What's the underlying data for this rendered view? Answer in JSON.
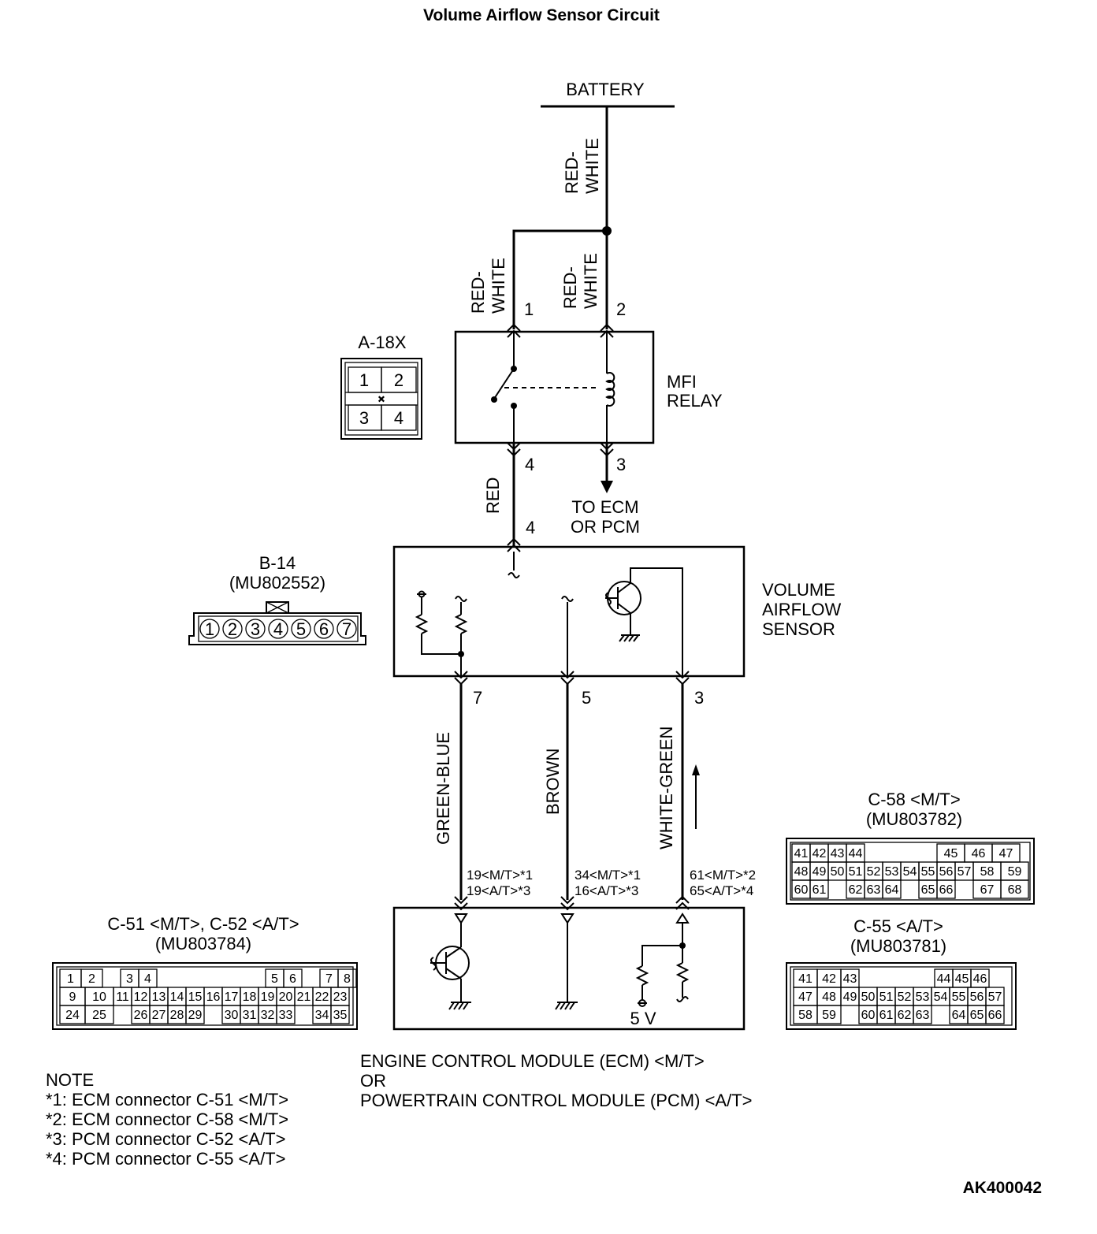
{
  "title": "Volume Airflow Sensor Circuit",
  "battery": "BATTERY",
  "wires": {
    "battery_trunk": [
      "RED-",
      "WHITE"
    ],
    "relay_pin1": [
      "RED-",
      "WHITE"
    ],
    "relay_pin2": [
      "RED-",
      "WHITE"
    ],
    "relay_to_sensor": "RED",
    "sensor_pin7": "GREEN-BLUE",
    "sensor_pin5": "BROWN",
    "sensor_pin3": "WHITE-GREEN"
  },
  "relay": {
    "connector": "A-18X",
    "connector_pins": [
      "1",
      "2",
      "3",
      "4"
    ],
    "label": [
      "MFI",
      "RELAY"
    ],
    "pins": {
      "p1": "1",
      "p2": "2",
      "p4": "4",
      "p3": "3"
    },
    "to_ecm": [
      "TO ECM",
      "OR PCM"
    ]
  },
  "sensor": {
    "connector": "B-14",
    "part": "(MU802552)",
    "connector_pins": [
      "1",
      "2",
      "3",
      "4",
      "5",
      "6",
      "7"
    ],
    "label": [
      "VOLUME",
      "AIRFLOW",
      "SENSOR"
    ],
    "pins": {
      "p4": "4",
      "p7": "7",
      "p5": "5",
      "p3": "3"
    }
  },
  "ecm": {
    "terminals": {
      "t1": [
        "19<M/T>*1",
        "19<A/T>*3"
      ],
      "t2": [
        "34<M/T>*1",
        "16<A/T>*3"
      ],
      "t3": [
        "61<M/T>*2",
        "65<A/T>*4"
      ]
    },
    "five_volt": "5 V",
    "label": [
      "ENGINE CONTROL MODULE (ECM) <M/T>",
      "OR",
      "POWERTRAIN CONTROL MODULE (PCM) <A/T>"
    ]
  },
  "connectors": {
    "c51": {
      "title": "C-51 <M/T>, C-52 <A/T>",
      "part": "(MU803784)",
      "rows": [
        [
          "1",
          "2",
          "",
          "3",
          "4",
          "",
          "",
          "",
          "",
          "",
          "",
          "5",
          "6",
          "",
          "7",
          "8"
        ],
        [
          "9",
          "10",
          "11",
          "12",
          "13",
          "14",
          "15",
          "16",
          "17",
          "18",
          "19",
          "20",
          "21",
          "22",
          "23"
        ],
        [
          "24",
          "25",
          "",
          "26",
          "27",
          "28",
          "29",
          "",
          "30",
          "31",
          "32",
          "33",
          "",
          "34",
          "35"
        ]
      ]
    },
    "c58": {
      "title": "C-58 <M/T>",
      "part": "(MU803782)",
      "rows": [
        [
          "41",
          "42",
          "43",
          "44",
          "",
          "",
          "",
          "",
          "45",
          "46",
          "47"
        ],
        [
          "48",
          "49",
          "50",
          "51",
          "52",
          "53",
          "54",
          "55",
          "56",
          "57",
          "58",
          "59"
        ],
        [
          "60",
          "61",
          "",
          "62",
          "63",
          "64",
          "",
          "65",
          "66",
          "",
          "67",
          "68"
        ]
      ]
    },
    "c55": {
      "title": "C-55 <A/T>",
      "part": "(MU803781)",
      "rows": [
        [
          "41",
          "42",
          "43",
          "",
          "",
          "",
          "",
          "44",
          "45",
          "46"
        ],
        [
          "47",
          "48",
          "49",
          "50",
          "51",
          "52",
          "53",
          "54",
          "55",
          "56",
          "57"
        ],
        [
          "58",
          "59",
          "",
          "60",
          "61",
          "62",
          "63",
          "",
          "64",
          "65",
          "66"
        ]
      ]
    }
  },
  "notes": {
    "heading": "NOTE",
    "lines": [
      "*1: ECM connector C-51 <M/T>",
      "*2: ECM connector C-58 <M/T>",
      "*3: PCM connector C-52 <A/T>",
      "*4: PCM connector C-55 <A/T>"
    ]
  },
  "figure_id": "AK400042"
}
